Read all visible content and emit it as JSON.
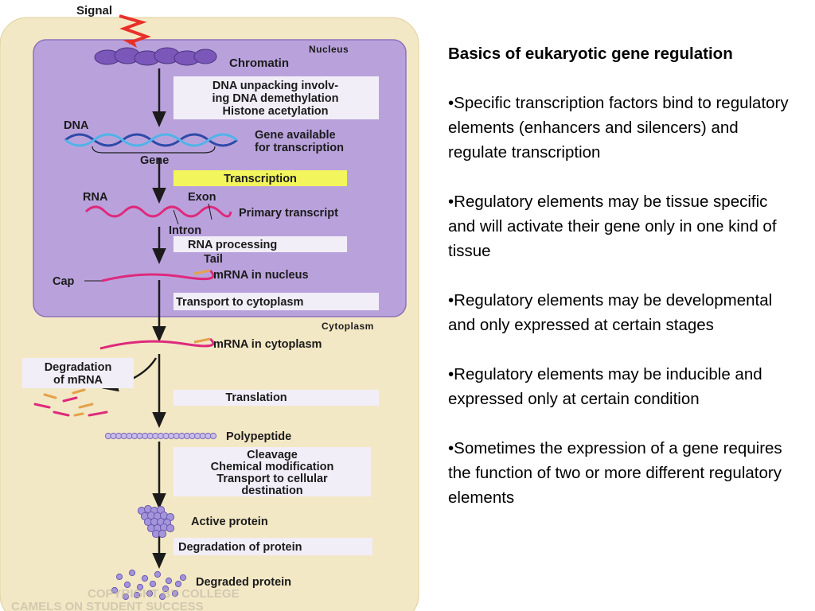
{
  "figure": {
    "signal": "Signal",
    "nucleus_label": "Nucleus",
    "cytoplasm_label": "Cytoplasm",
    "chromatin": "Chromatin",
    "step_unpacking": [
      "DNA unpacking involv-",
      "ing DNA demethylation",
      "Histone acetylation"
    ],
    "dna": "DNA",
    "gene_available": [
      "Gene available",
      "for transcription"
    ],
    "gene": "Gene",
    "transcription": "Transcription",
    "rna": "RNA",
    "exon": "Exon",
    "primary_transcript": "Primary transcript",
    "intron": "Intron",
    "rna_processing": "RNA processing",
    "tail": "Tail",
    "cap": "Cap",
    "mrna_nucleus": "mRNA in nucleus",
    "transport": "Transport to cytoplasm",
    "mrna_cytoplasm": "mRNA in cytoplasm",
    "degradation_mrna": [
      "Degradation",
      "of mRNA"
    ],
    "translation": "Translation",
    "polypeptide": "Polypeptide",
    "modification": [
      "Cleavage",
      "Chemical modification",
      "Transport to cellular",
      "destination"
    ],
    "active_protein": "Active protein",
    "degradation_protein": "Degradation of protein",
    "degraded_protein": "Degraded protein",
    "watermark": [
      "COPYRIGHT BY COLLEGE",
      "CAMELS ON STUDENT SUCCESS"
    ],
    "colors": {
      "cell": "#f3e8c5",
      "nucleus": "#b9a2dc",
      "box": "#f1eef8",
      "highlight": "#f2f55c",
      "rna": "#de2a7c",
      "dna_a": "#2d49a8",
      "dna_b": "#4fb4e8",
      "chromatin": "#7a57b8",
      "signal": "#e8302a"
    }
  },
  "text_panel": {
    "heading": "Basics of eukaryotic gene regulation",
    "bullets": [
      "•Specific transcription factors bind to regulatory elements (enhancers and silencers) and regulate transcription",
      "•Regulatory elements may be tissue specific and will activate their gene only in one kind of tissue",
      "•Regulatory elements may be developmental and only expressed at certain stages",
      "•Regulatory elements may be inducible and expressed only at certain condition",
      "•Sometimes the expression of a gene requires the function of two or more different regulatory elements"
    ]
  }
}
